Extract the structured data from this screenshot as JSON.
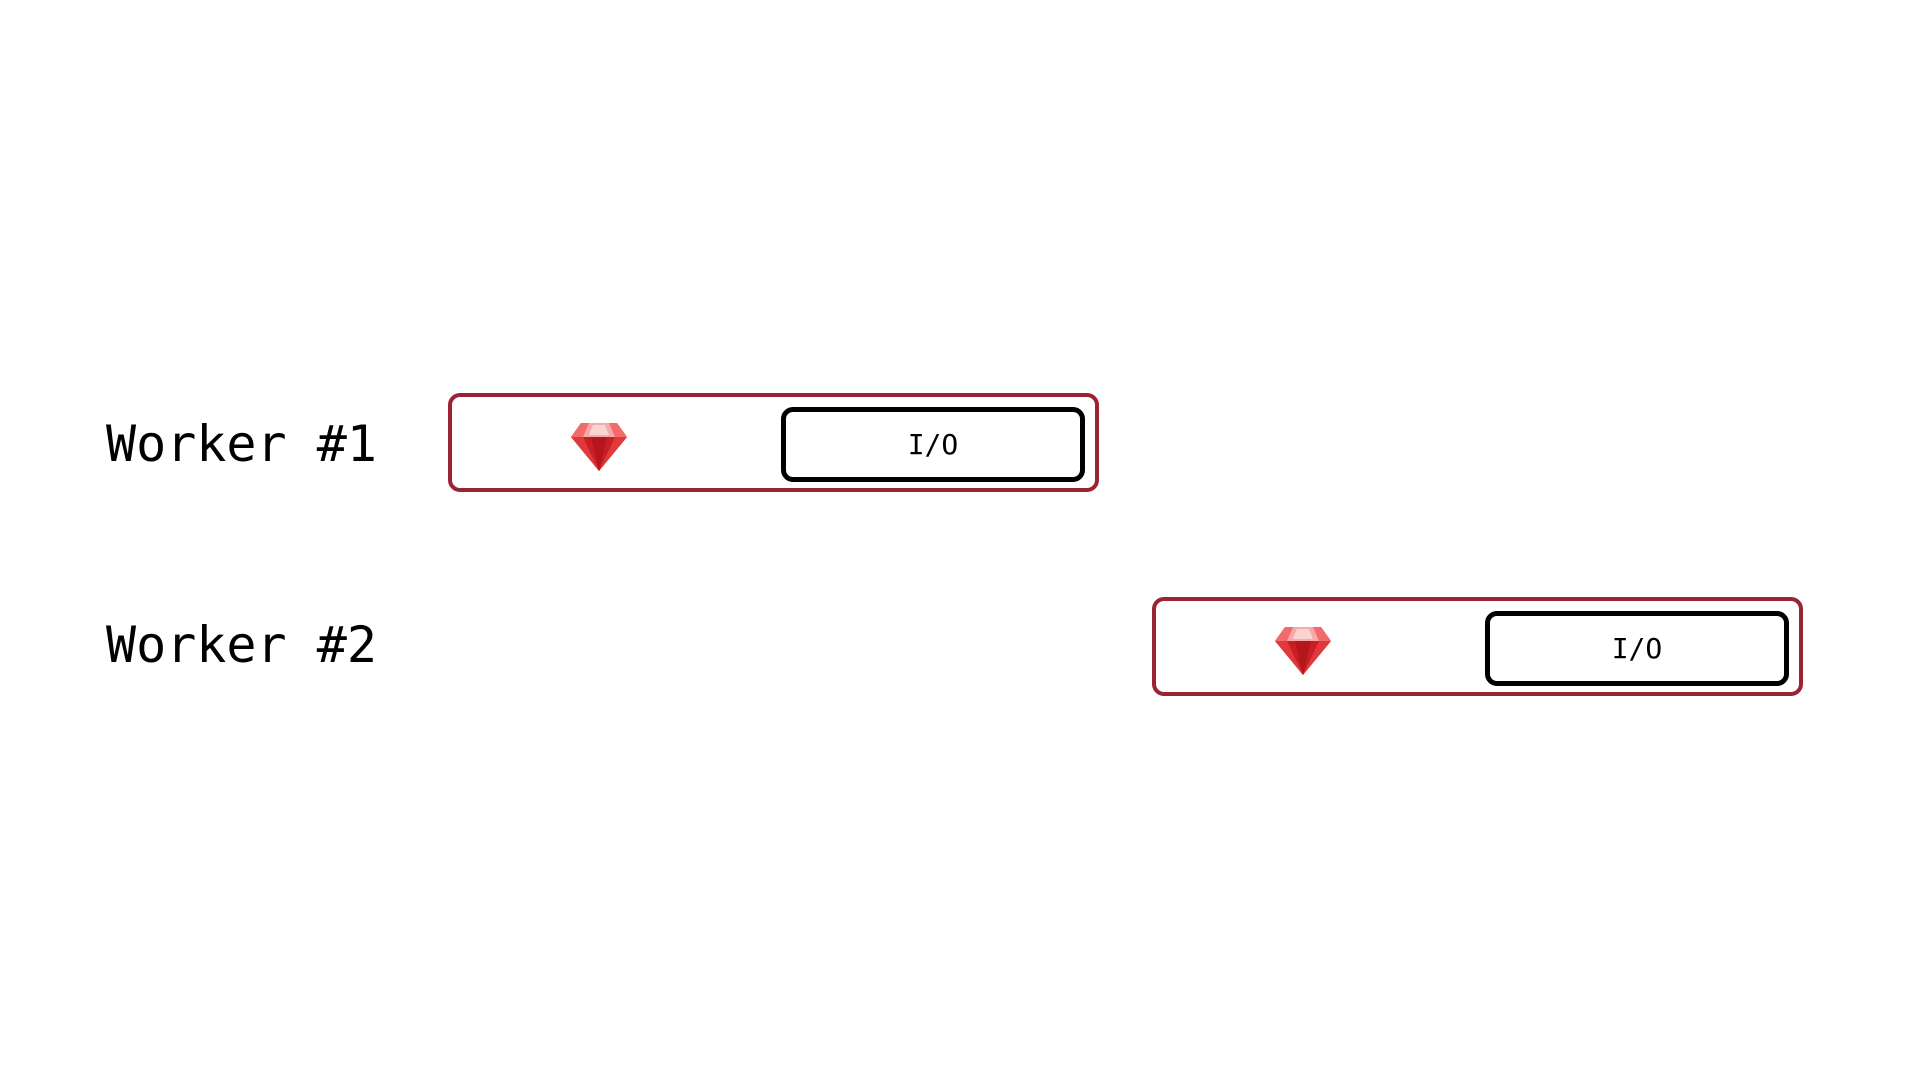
{
  "workers": [
    {
      "label": "Worker #1",
      "task": {
        "icon": "ruby-gem-icon",
        "io_label": "I/O"
      }
    },
    {
      "label": "Worker #2",
      "task": {
        "icon": "ruby-gem-icon",
        "io_label": "I/O"
      }
    }
  ],
  "colors": {
    "task_border": "#9b2335",
    "io_border": "#000000",
    "gem_light": "#f4a0a0",
    "gem_mid": "#e0393b",
    "gem_dark": "#b5151d"
  }
}
